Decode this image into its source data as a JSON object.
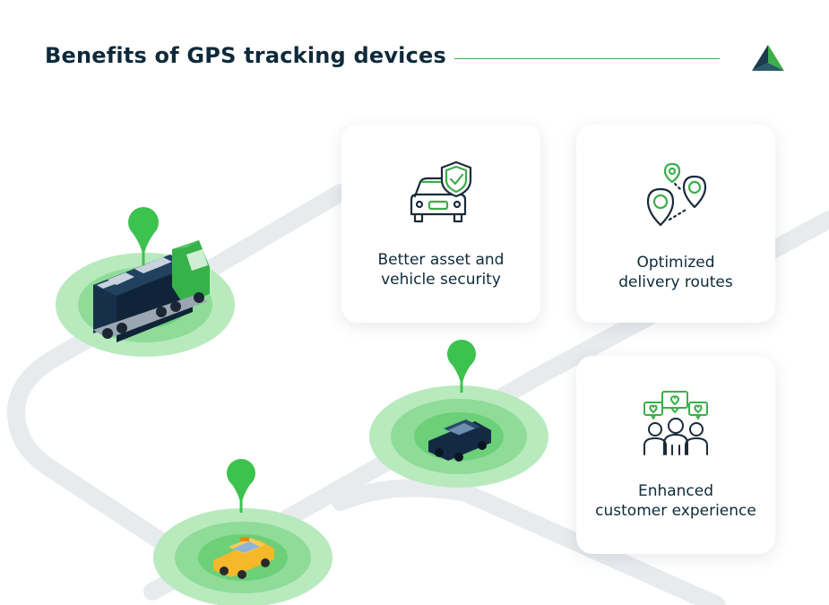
{
  "header": {
    "title": "Benefits of GPS tracking devices",
    "logo_icon": "triangle-logo-icon",
    "accent_color": "#3cae4a",
    "title_color": "#0e2a3a"
  },
  "scene": {
    "road_color": "#e9ecef",
    "pin_color": "#3cc24f",
    "halo_color": "#7fd88a",
    "vehicles": [
      {
        "name": "truck",
        "icon": "cargo-truck-icon"
      },
      {
        "name": "sedan",
        "icon": "dark-sedan-icon"
      },
      {
        "name": "taxi",
        "icon": "yellow-taxi-icon"
      }
    ]
  },
  "benefits": [
    {
      "label": "Better asset and\nvehicle security",
      "icon": "car-shield-icon"
    },
    {
      "label": "Optimized\ndelivery routes",
      "icon": "route-pins-icon"
    },
    {
      "label": "Enhanced\ncustomer experience",
      "icon": "happy-customers-icon"
    }
  ]
}
